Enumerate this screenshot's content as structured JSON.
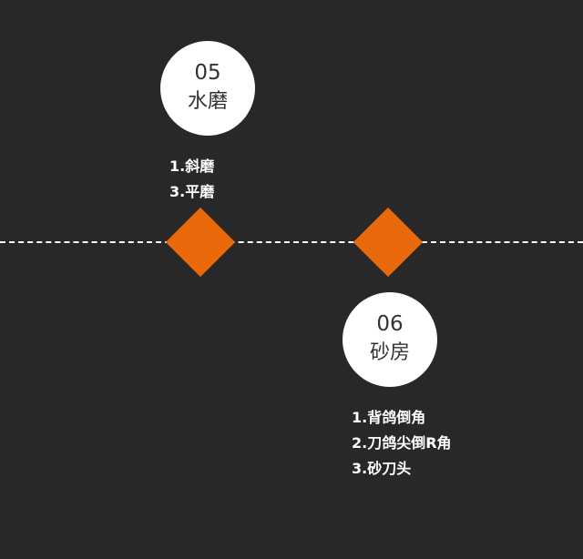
{
  "colors": {
    "background": "#282828",
    "accent": "#e8680a",
    "line": "#ffffff"
  },
  "steps": [
    {
      "number": "05",
      "name": "水磨",
      "items": [
        "1.斜磨",
        "3.平磨"
      ]
    },
    {
      "number": "06",
      "name": "砂房",
      "items": [
        "1.背鸽倒角",
        "2.刀鸽尖倒R角",
        "3.砂刀头"
      ]
    }
  ]
}
